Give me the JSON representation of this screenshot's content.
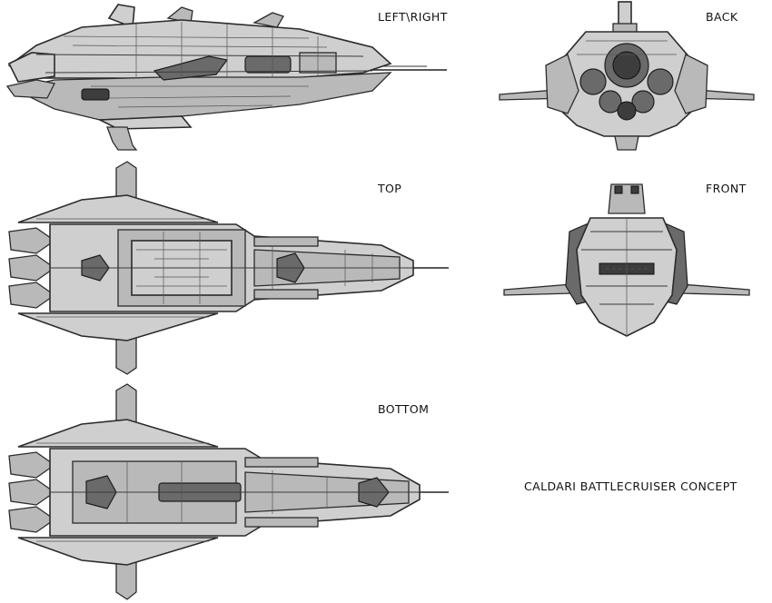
{
  "views": {
    "left_right": "LEFT\\RIGHT",
    "back": "BACK",
    "top": "TOP",
    "front": "FRONT",
    "bottom": "BOTTOM"
  },
  "caption": "CALDARI BATTLECRUISER CONCEPT",
  "colors": {
    "background": "#ffffff",
    "hull_light": "#cfcfcf",
    "hull_mid": "#b9b9b9",
    "hull_dark": "#6a6a6a",
    "ink": "#2b2b2b"
  }
}
